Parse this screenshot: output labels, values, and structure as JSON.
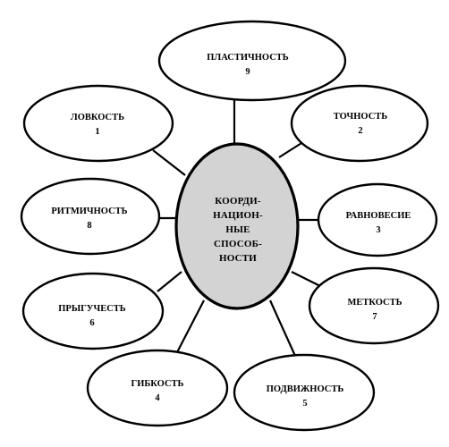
{
  "center": {
    "lines": [
      "КООРДИ-",
      "НАЦИОН-",
      "НЫЕ",
      "СПОСОБ-",
      "НОСТИ"
    ]
  },
  "nodes": [
    {
      "id": "plasticity",
      "name": "ПЛАСТИЧНОСТЬ",
      "number": "9"
    },
    {
      "id": "accuracy",
      "name": "ТОЧНОСТЬ",
      "number": "2"
    },
    {
      "id": "balance",
      "name": "РАВНОВЕСИЕ",
      "number": "3"
    },
    {
      "id": "marksmanship",
      "name": "МЕТКОСТЬ",
      "number": "7"
    },
    {
      "id": "mobility",
      "name": "ПОДВИЖНОСТЬ",
      "number": "5"
    },
    {
      "id": "flexibility",
      "name": "ГИБКОСТЬ",
      "number": "4"
    },
    {
      "id": "jumping",
      "name": "ПРЫГУЧЕСТЬ",
      "number": "6"
    },
    {
      "id": "rhythm",
      "name": "РИТМИЧНОСТЬ",
      "number": "8"
    },
    {
      "id": "agility",
      "name": "ЛОВКОСТЬ",
      "number": "1"
    }
  ],
  "colors": {
    "center_fill": "#d3d3d3",
    "node_fill": "#ffffff",
    "stroke": "#000000"
  }
}
